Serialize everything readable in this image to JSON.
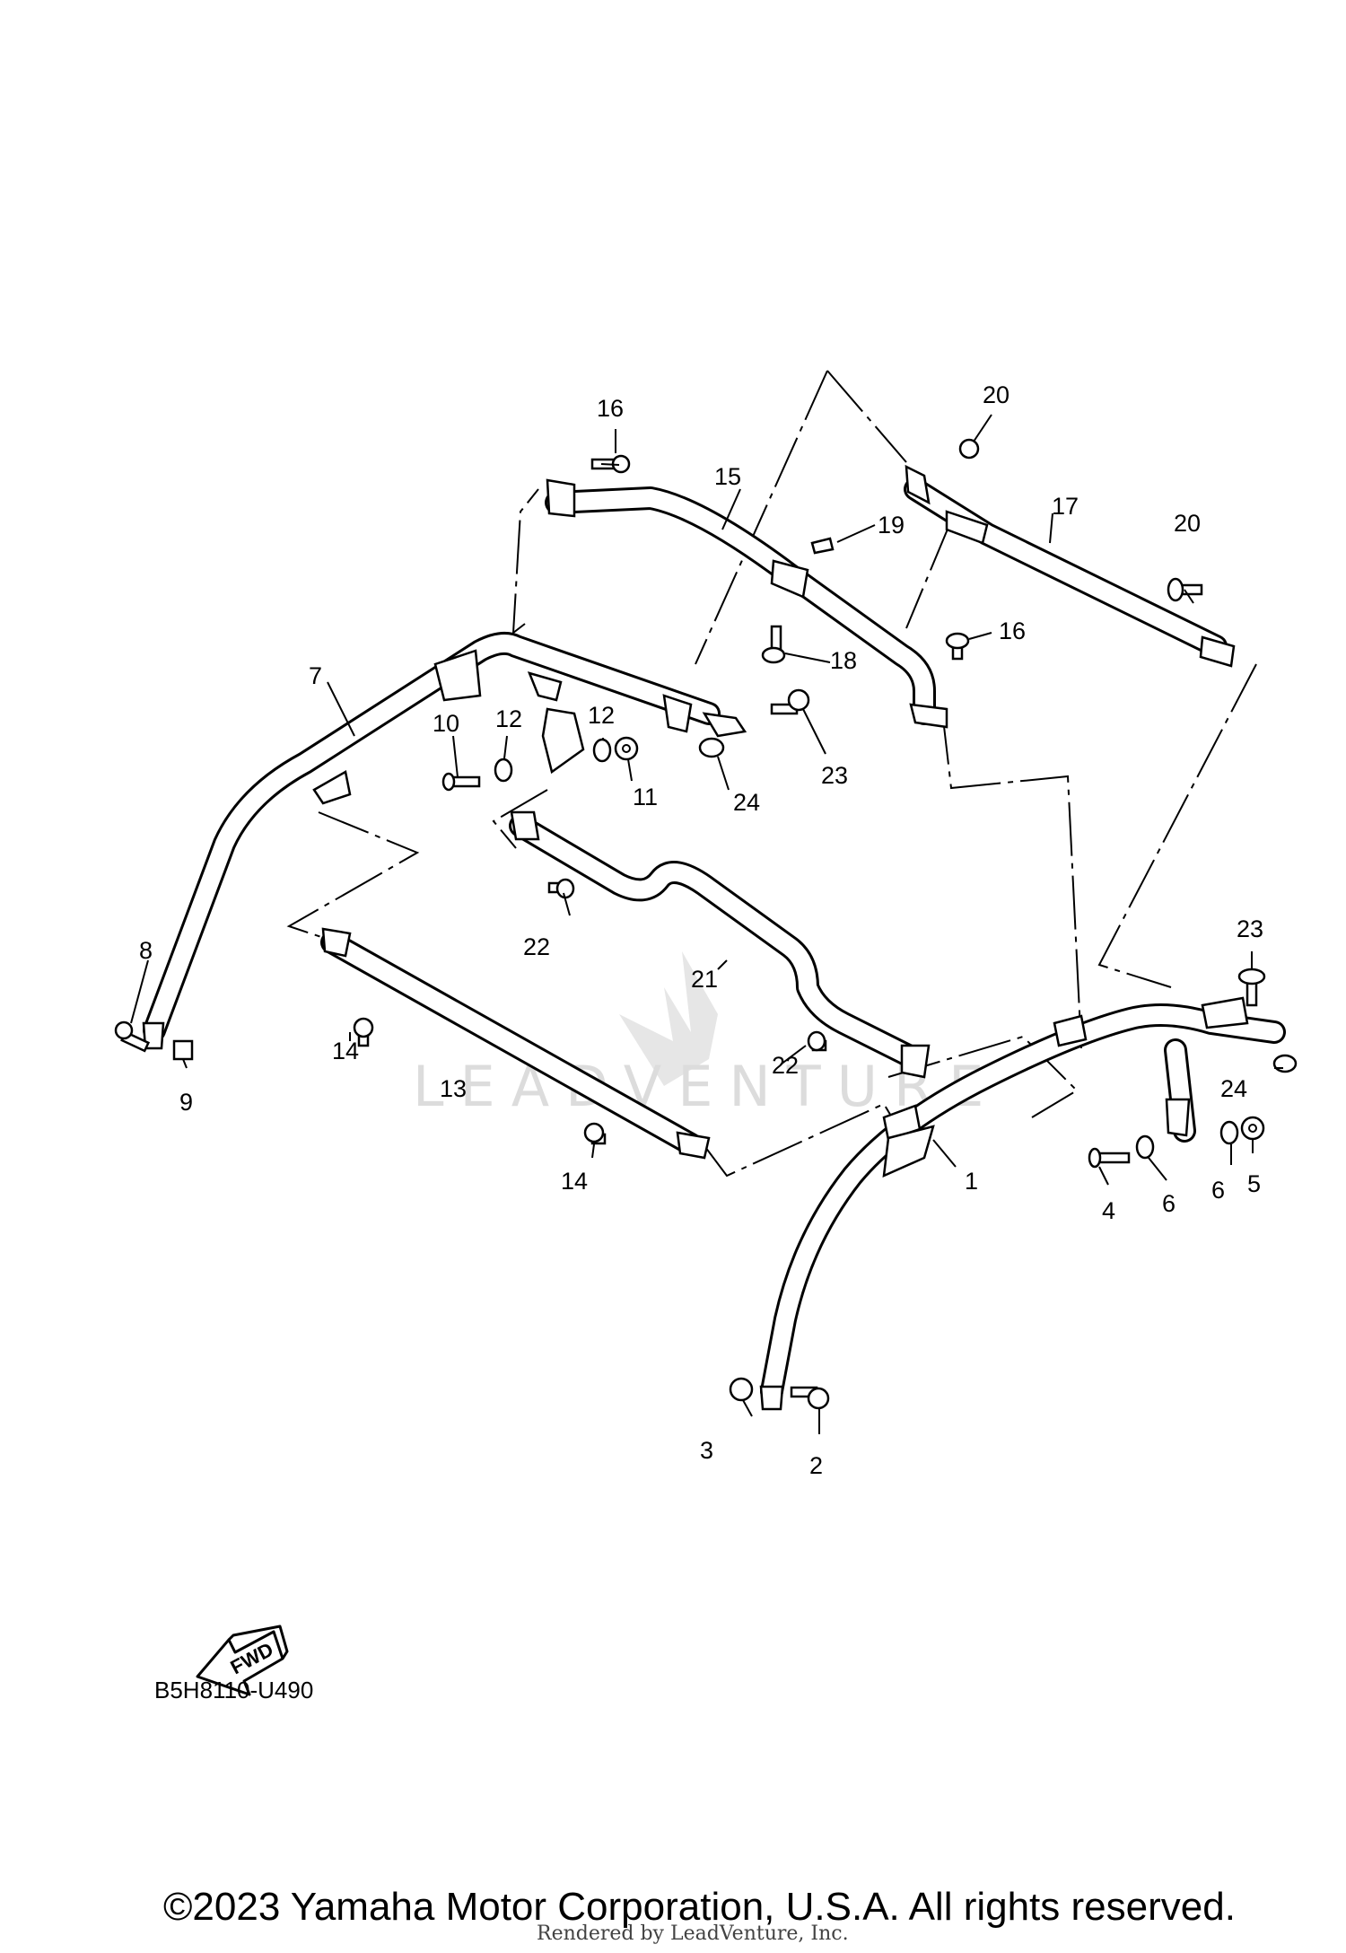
{
  "watermark": "LEADVENTURE",
  "fwd_label": "FWD",
  "diagram_code": "B5H8110-U490",
  "copyright": "©2023 Yamaha Motor Corporation, U.S.A. All rights reserved.",
  "rendered_by": "Rendered by LeadVenture, Inc.",
  "callouts": [
    "1",
    "2",
    "3",
    "4",
    "5",
    "6",
    "6",
    "7",
    "8",
    "9",
    "10",
    "11",
    "12",
    "12",
    "13",
    "14",
    "14",
    "15",
    "16",
    "16",
    "17",
    "18",
    "19",
    "20",
    "20",
    "21",
    "22",
    "22",
    "23",
    "23",
    "24",
    "24"
  ]
}
